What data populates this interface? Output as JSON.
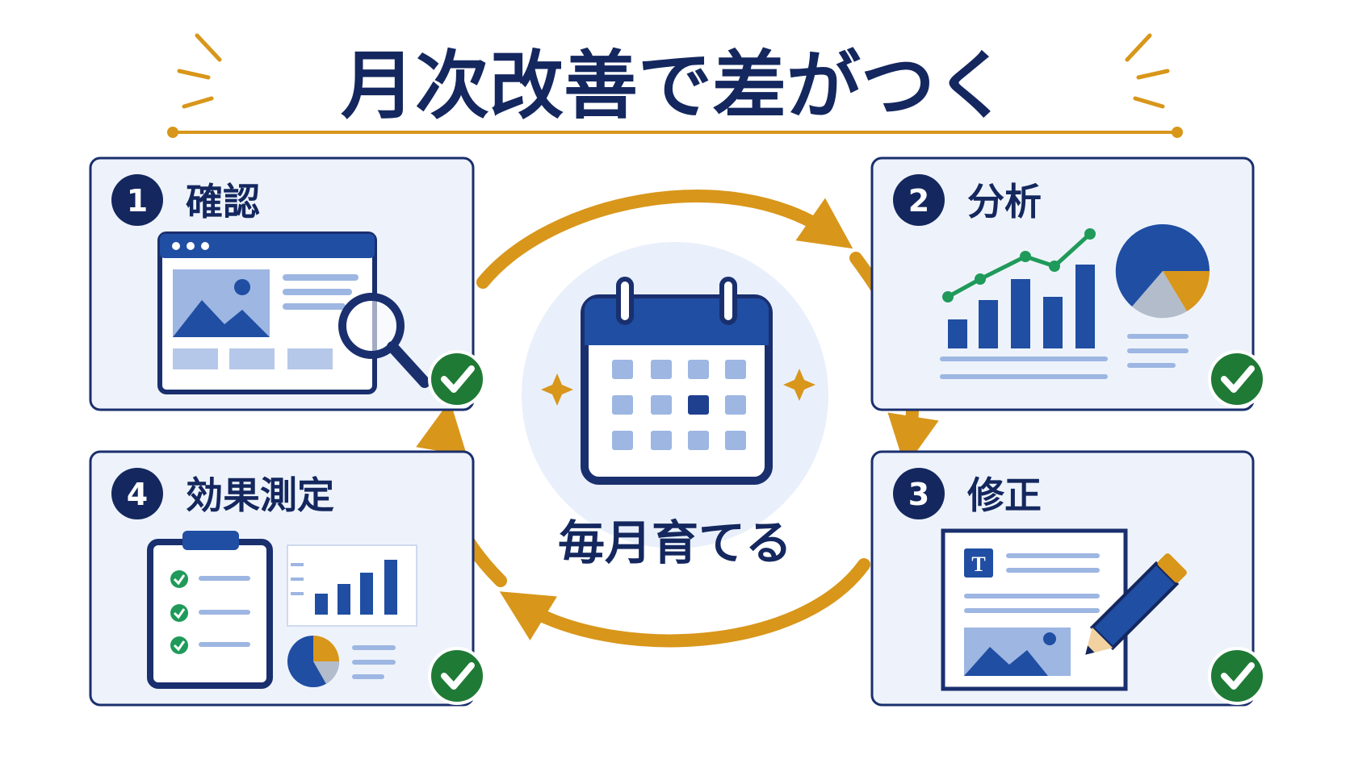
{
  "title": "月次改善で差がつく",
  "center": {
    "label": "毎月育てる"
  },
  "steps": [
    {
      "number": "1",
      "label": "確認"
    },
    {
      "number": "2",
      "label": "分析"
    },
    {
      "number": "3",
      "label": "修正"
    },
    {
      "number": "4",
      "label": "効果測定"
    }
  ],
  "icons": {
    "step1": "webpage-magnifier-icon",
    "step2": "analytics-charts-icon",
    "step3": "document-edit-pencil-icon",
    "step4": "clipboard-checklist-report-icon",
    "center": "calendar-icon",
    "done": "check-circle-icon"
  },
  "colors": {
    "navy": "#14275e",
    "blue": "#1f4ea3",
    "light_blue": "#9db6e2",
    "panel": "#eef3fb",
    "gold": "#d8961a",
    "green": "#1f7a35"
  }
}
